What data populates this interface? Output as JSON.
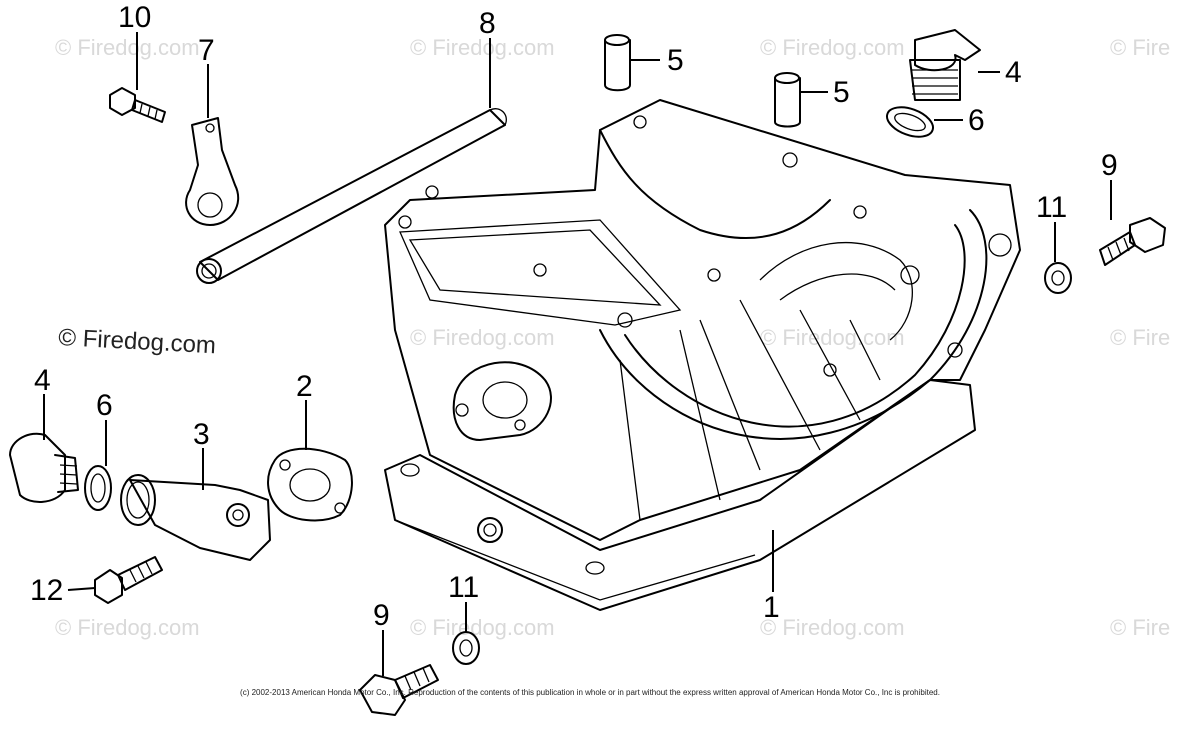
{
  "watermark": {
    "text": "© Firedog.com",
    "text_partial": "© Fire"
  },
  "callouts": [
    {
      "id": "callout-10",
      "label": "10"
    },
    {
      "id": "callout-7",
      "label": "7"
    },
    {
      "id": "callout-8",
      "label": "8"
    },
    {
      "id": "callout-5a",
      "label": "5"
    },
    {
      "id": "callout-5b",
      "label": "5"
    },
    {
      "id": "callout-4a",
      "label": "4"
    },
    {
      "id": "callout-6a",
      "label": "6"
    },
    {
      "id": "callout-9a",
      "label": "9"
    },
    {
      "id": "callout-11a",
      "label": "11"
    },
    {
      "id": "callout-4b",
      "label": "4"
    },
    {
      "id": "callout-6b",
      "label": "6"
    },
    {
      "id": "callout-3",
      "label": "3"
    },
    {
      "id": "callout-2",
      "label": "2"
    },
    {
      "id": "callout-12",
      "label": "12"
    },
    {
      "id": "callout-11b",
      "label": "11"
    },
    {
      "id": "callout-9b",
      "label": "9"
    },
    {
      "id": "callout-1",
      "label": "1"
    }
  ],
  "copyright": "(c) 2002-2013 American Honda Motor Co., Inc. Reproduction of the contents of this publication in whole or in part without the express written approval of American Honda Motor Co., Inc is prohibited."
}
